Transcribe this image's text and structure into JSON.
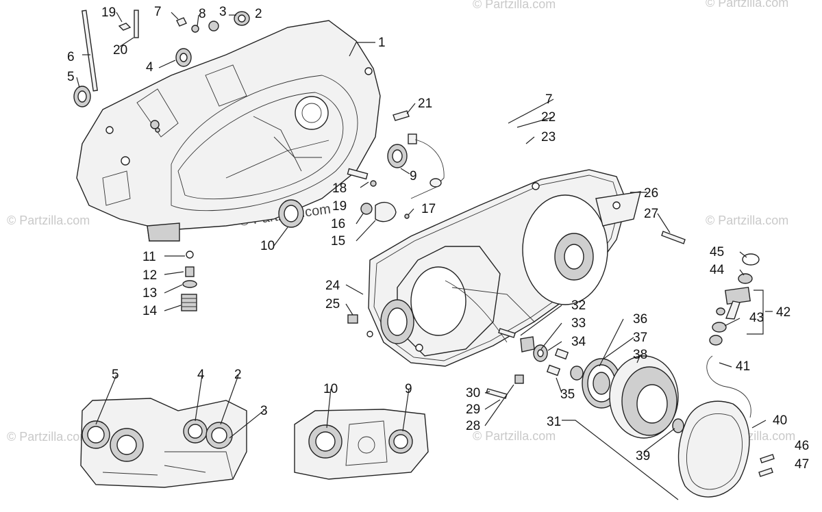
{
  "watermarks": [
    "© Partzilla.com",
    "© Partzilla.com",
    "© Partzilla.com",
    "© Partzilla.com",
    "© Partzilla.com",
    "© Partzilla.com",
    "© Partzilla.com",
    "© Partzilla.com"
  ],
  "callouts": {
    "c1": "1",
    "c2": "2",
    "c3": "3",
    "c4": "4",
    "c5": "5",
    "c6": "6",
    "c7": "7",
    "c8": "8",
    "c9": "9",
    "c10": "10",
    "c11": "11",
    "c12": "12",
    "c13": "13",
    "c14": "14",
    "c15": "15",
    "c16": "16",
    "c17": "17",
    "c18": "18",
    "c19": "19",
    "c20": "20",
    "c21": "21",
    "c22": "22",
    "c23": "23",
    "c24": "24",
    "c25": "25",
    "c26": "26",
    "c27": "27",
    "c28": "28",
    "c29": "29",
    "c30": "30",
    "c31": "31",
    "c32": "32",
    "c33": "33",
    "c34": "34",
    "c35": "35",
    "c36": "36",
    "c37": "37",
    "c38": "38",
    "c39": "39",
    "c40": "40",
    "c41": "41",
    "c42": "42",
    "c43": "43",
    "c44": "44",
    "c45": "45",
    "c46": "46",
    "c47": "47"
  },
  "detail_callouts": {
    "d5": "5",
    "d4": "4",
    "d2": "2",
    "d3": "3",
    "d10": "10",
    "d9": "9"
  },
  "dup_callouts": {
    "c19b": "19",
    "c7b": "7"
  }
}
